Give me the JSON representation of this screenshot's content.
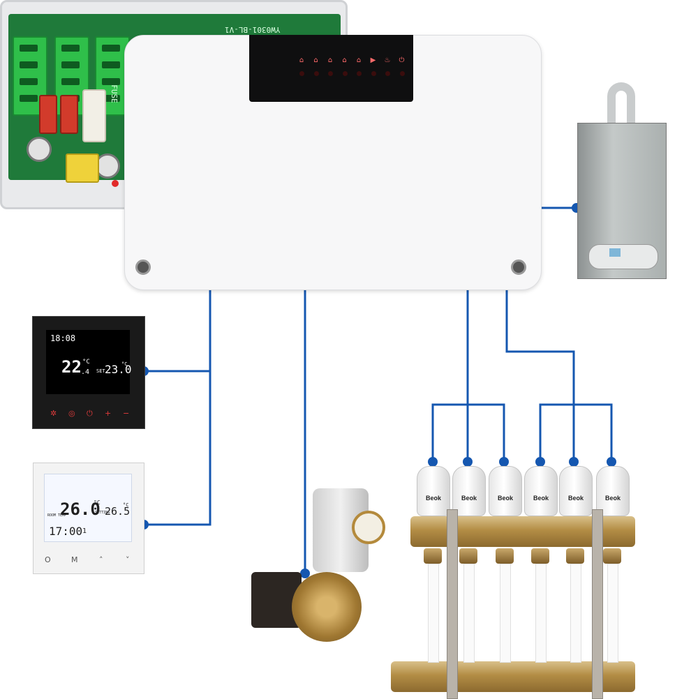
{
  "pcb": {
    "model_text": "YW0301-BL-V1",
    "fuse_label": "FUSE"
  },
  "controller": {
    "zone_icons": [
      "home-icon",
      "home-icon",
      "home-icon",
      "home-icon",
      "home-icon",
      "play-icon",
      "flame-icon",
      "power-icon"
    ]
  },
  "thermostat_black": {
    "clock": "18:08",
    "room_temp": "22",
    "room_temp_decimal": ".4",
    "unit": "°C",
    "set_label": "SET",
    "set_temp": "23.0",
    "set_unit": "°C"
  },
  "thermostat_white": {
    "room_temp": "26.0",
    "unit": "°C",
    "set_label": "SETTING",
    "set_temp": "26.5",
    "set_unit": "°C",
    "room_label": "ROOM TEMP",
    "clock": "17:00",
    "day": "1",
    "buttons": [
      "O",
      "M",
      "˄",
      "˅"
    ]
  },
  "actuators": {
    "labels": [
      "Beok",
      "Beok",
      "Beok",
      "Beok",
      "Beok",
      "Beok"
    ]
  },
  "colors": {
    "wire": "#1557b0",
    "led_red": "#e23b3b"
  }
}
